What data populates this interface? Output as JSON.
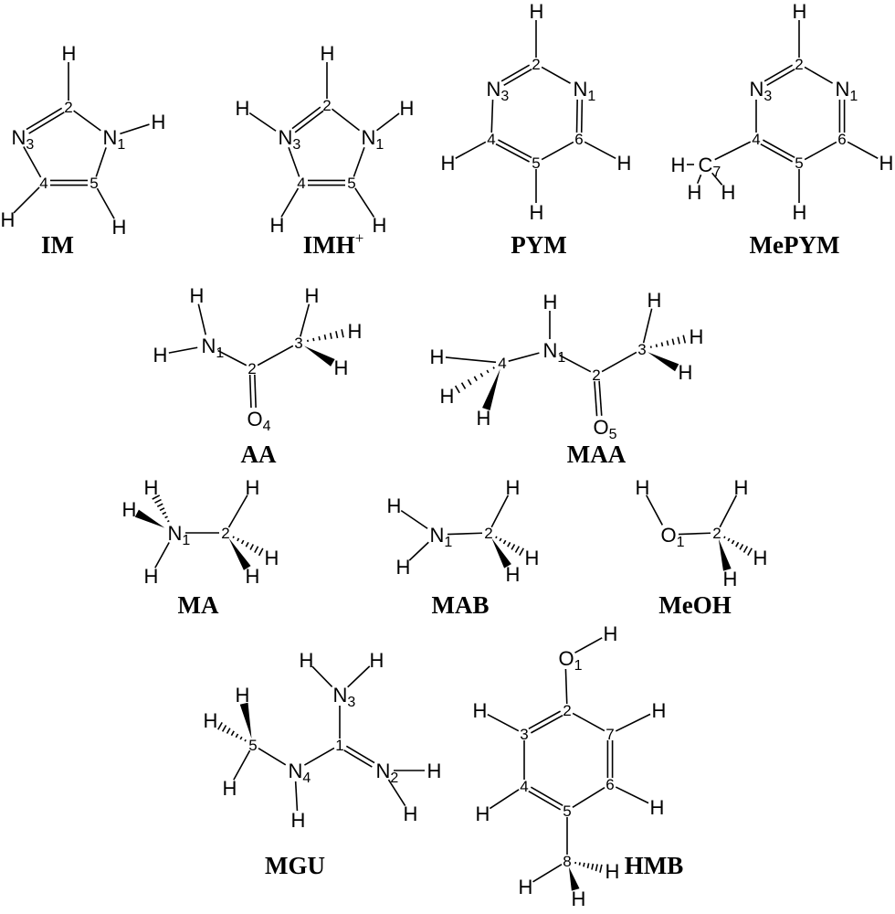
{
  "colors": {
    "ink": "#000000",
    "background": "#ffffff"
  },
  "molecules": [
    {
      "name": "IM",
      "sup": "",
      "atoms": [
        {
          "num": "2"
        },
        {
          "el": "N",
          "num": "1"
        },
        {
          "el": "N",
          "num": "3"
        },
        {
          "num": "4"
        },
        {
          "num": "5"
        },
        {
          "el": "H"
        },
        {
          "el": "H"
        },
        {
          "el": "H"
        },
        {
          "el": "H"
        }
      ]
    },
    {
      "name": "IMH",
      "sup": "+",
      "atoms": [
        {
          "num": "2"
        },
        {
          "el": "N",
          "num": "1"
        },
        {
          "el": "N",
          "num": "3"
        },
        {
          "num": "4"
        },
        {
          "num": "5"
        },
        {
          "el": "H"
        },
        {
          "el": "H"
        },
        {
          "el": "H"
        },
        {
          "el": "H"
        },
        {
          "el": "H"
        }
      ]
    },
    {
      "name": "PYM",
      "sup": "",
      "atoms": [
        {
          "num": "2"
        },
        {
          "el": "N",
          "num": "1"
        },
        {
          "el": "N",
          "num": "3"
        },
        {
          "num": "4"
        },
        {
          "num": "5"
        },
        {
          "num": "6"
        },
        {
          "el": "H"
        },
        {
          "el": "H"
        },
        {
          "el": "H"
        },
        {
          "el": "H"
        }
      ]
    },
    {
      "name": "MePYM",
      "sup": "",
      "atoms": [
        {
          "num": "2"
        },
        {
          "el": "N",
          "num": "1"
        },
        {
          "el": "N",
          "num": "3"
        },
        {
          "num": "4"
        },
        {
          "num": "5"
        },
        {
          "num": "6"
        },
        {
          "el": "H"
        },
        {
          "el": "H"
        },
        {
          "el": "H"
        },
        {
          "el": "C",
          "num": "7"
        },
        {
          "el": "H"
        },
        {
          "el": "H"
        },
        {
          "el": "H"
        }
      ]
    },
    {
      "name": "AA",
      "sup": "",
      "atoms": [
        {
          "el": "N",
          "num": "1"
        },
        {
          "el": "H"
        },
        {
          "el": "H"
        },
        {
          "num": "2"
        },
        {
          "el": "O",
          "num": "4"
        },
        {
          "num": "3"
        },
        {
          "el": "H"
        },
        {
          "el": "H"
        },
        {
          "el": "H"
        }
      ]
    },
    {
      "name": "MAA",
      "sup": "",
      "atoms": [
        {
          "el": "N",
          "num": "1"
        },
        {
          "el": "H"
        },
        {
          "num": "4"
        },
        {
          "el": "H"
        },
        {
          "el": "H"
        },
        {
          "el": "H"
        },
        {
          "num": "2"
        },
        {
          "el": "O",
          "num": "5"
        },
        {
          "num": "3"
        },
        {
          "el": "H"
        },
        {
          "el": "H"
        },
        {
          "el": "H"
        }
      ]
    },
    {
      "name": "MA",
      "sup": "",
      "atoms": [
        {
          "el": "N",
          "num": "1"
        },
        {
          "el": "H"
        },
        {
          "el": "H"
        },
        {
          "el": "H"
        },
        {
          "num": "2"
        },
        {
          "el": "H"
        },
        {
          "el": "H"
        },
        {
          "el": "H"
        }
      ]
    },
    {
      "name": "MAB",
      "sup": "",
      "atoms": [
        {
          "el": "N",
          "num": "1"
        },
        {
          "el": "H"
        },
        {
          "el": "H"
        },
        {
          "num": "2"
        },
        {
          "el": "H"
        },
        {
          "el": "H"
        },
        {
          "el": "H"
        }
      ]
    },
    {
      "name": "MeOH",
      "sup": "",
      "atoms": [
        {
          "el": "O",
          "num": "1"
        },
        {
          "el": "H"
        },
        {
          "num": "2"
        },
        {
          "el": "H"
        },
        {
          "el": "H"
        },
        {
          "el": "H"
        }
      ]
    },
    {
      "name": "MGU",
      "sup": "",
      "atoms": [
        {
          "num": "1"
        },
        {
          "el": "N",
          "num": "3"
        },
        {
          "el": "N",
          "num": "4"
        },
        {
          "el": "N",
          "num": "2"
        },
        {
          "el": "H"
        },
        {
          "el": "H"
        },
        {
          "el": "H"
        },
        {
          "el": "H"
        },
        {
          "el": "H"
        },
        {
          "num": "5"
        },
        {
          "el": "H"
        },
        {
          "el": "H"
        },
        {
          "el": "H"
        }
      ]
    },
    {
      "name": "HMB",
      "sup": "",
      "atoms": [
        {
          "el": "O",
          "num": "1"
        },
        {
          "el": "H"
        },
        {
          "num": "2"
        },
        {
          "num": "3"
        },
        {
          "num": "7"
        },
        {
          "num": "4"
        },
        {
          "num": "6"
        },
        {
          "num": "5"
        },
        {
          "num": "8"
        },
        {
          "el": "H"
        },
        {
          "el": "H"
        },
        {
          "el": "H"
        },
        {
          "el": "H"
        },
        {
          "el": "H"
        },
        {
          "el": "H"
        },
        {
          "el": "H"
        }
      ]
    }
  ]
}
